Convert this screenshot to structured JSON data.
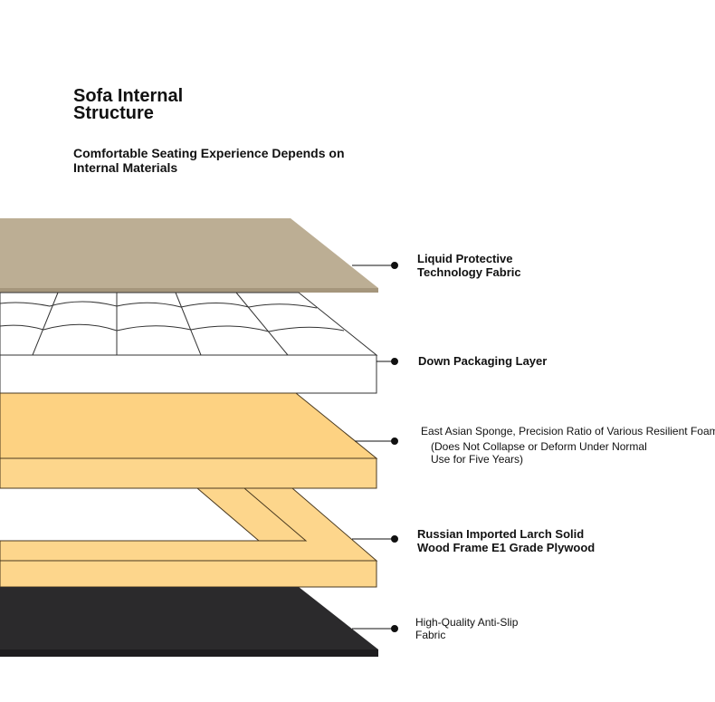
{
  "title": "Sofa Internal Structure",
  "subtitle": "Comfortable Seating Experience Depends on Internal Materials",
  "layers": [
    {
      "label": "Liquid Protective Technology Fabric",
      "color": "#b8aa90"
    },
    {
      "label": "Down Packaging Layer",
      "color": "#ffffff"
    },
    {
      "label": "East Asian Sponge, Precision Ratio of Various Resilient Foam",
      "note": "(Does Not Collapse or Deform Under Normal Use for Five Years)",
      "color": "#fdd68c"
    },
    {
      "label": "Russian Imported Larch Solid Wood Frame E1 Grade Plywood",
      "color": "#fdd68c"
    },
    {
      "label": "High-Quality Anti-Slip Fabric",
      "color": "#2b2a2c"
    }
  ]
}
